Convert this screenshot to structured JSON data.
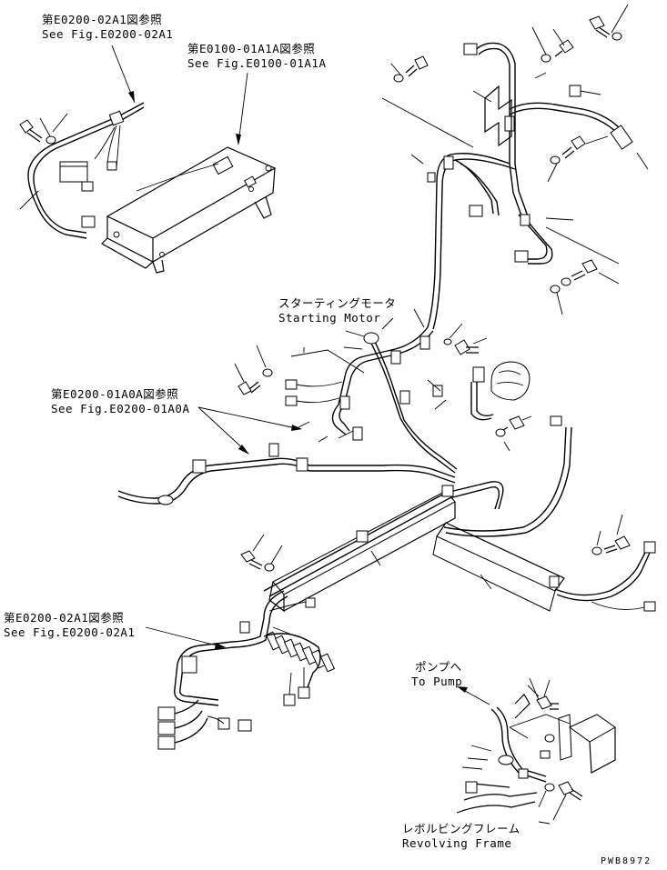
{
  "labels": {
    "ref_top_left_jp": "第E0200-02A1図参照",
    "ref_top_left_en": "See Fig.E0200-02A1",
    "ref_top_mid_jp": "第E0100-01A1A図参照",
    "ref_top_mid_en": "See Fig.E0100-01A1A",
    "starting_motor_jp": "スターティングモータ",
    "starting_motor_en": "Starting Motor",
    "ref_mid_left_jp": "第E0200-01A0A図参照",
    "ref_mid_left_en": "See Fig.E0200-01A0A",
    "ref_bottom_left_jp": "第E0200-02A1図参照",
    "ref_bottom_left_en": "See Fig.E0200-02A1",
    "to_pump_jp": "ポンプへ",
    "to_pump_en": "To Pump",
    "revolving_frame_jp": "レボルビングフレーム",
    "revolving_frame_en": "Revolving Frame",
    "drawing_code": "PWB8972"
  }
}
